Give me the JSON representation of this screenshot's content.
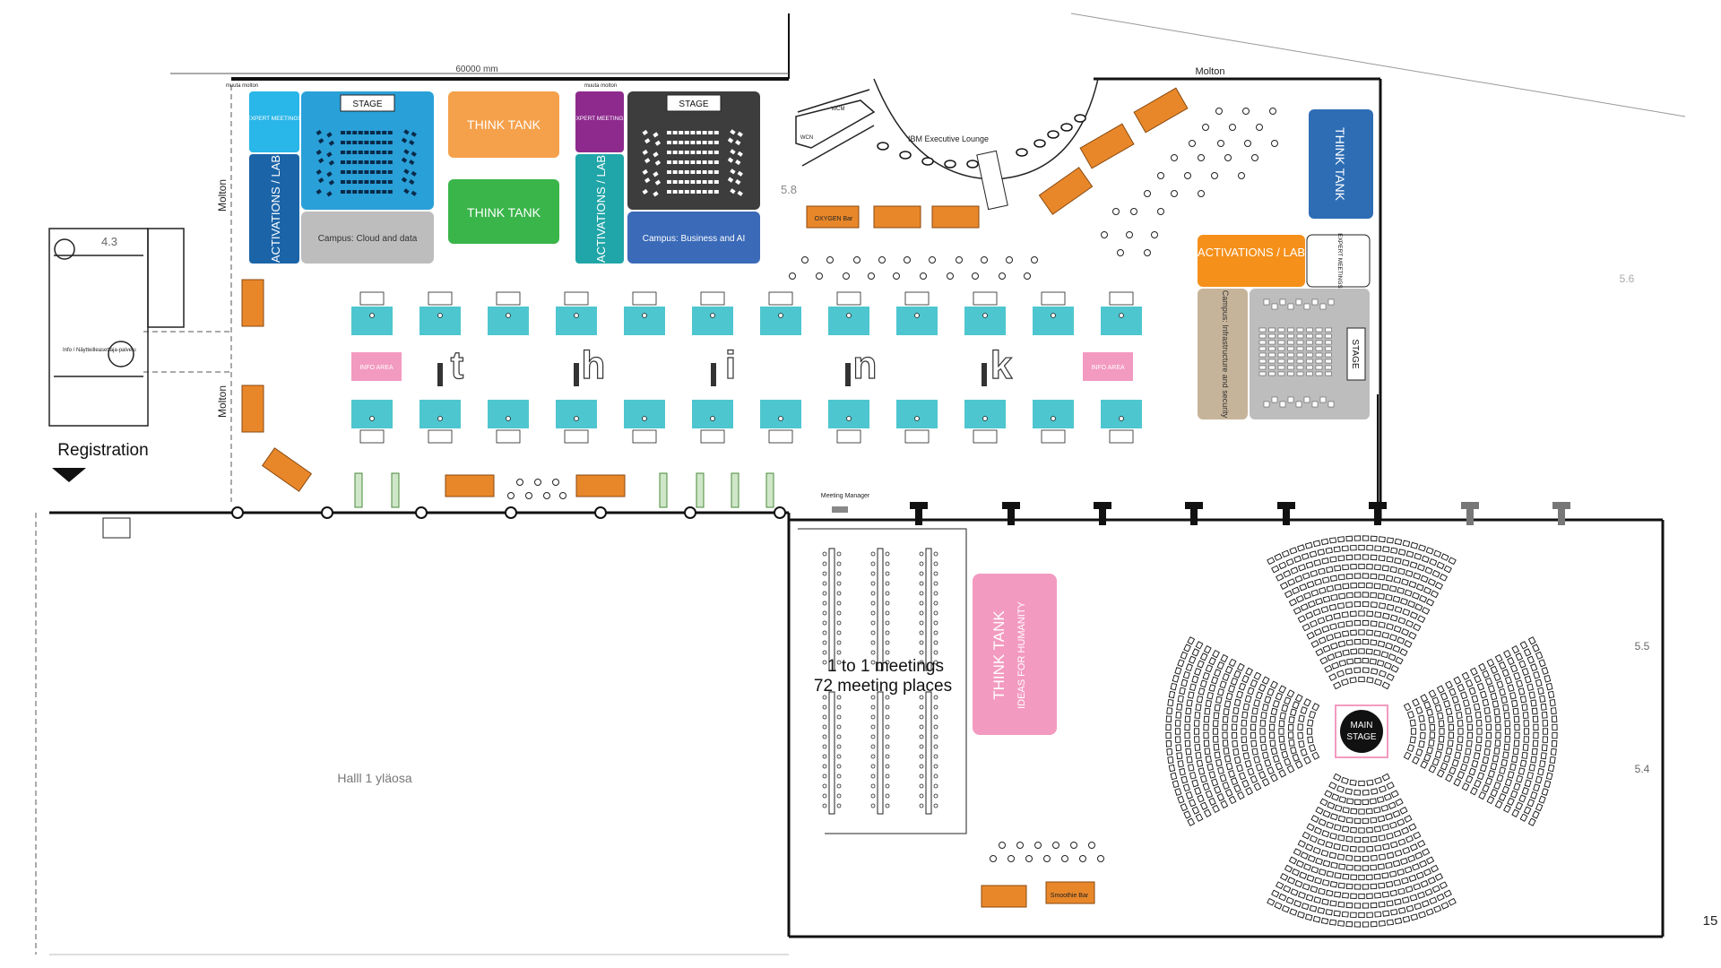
{
  "dimension_label": "60000 mm",
  "wall_labels": {
    "molton_top": "Molton",
    "molton_left_1": "Molton",
    "molton_left_2": "Molton",
    "muuta_1": "muuta molton",
    "muuta_2": "muuta molton"
  },
  "zones": {
    "expert_meetings": "EXPERT MEETINGS",
    "activations_lab": "ACTIVATIONS / LAB",
    "stage": "STAGE",
    "campus_cloud": "Campus: Cloud and data",
    "campus_business": "Campus: Business and AI",
    "campus_infra": "Campus: Infrastructure and security",
    "think_tank": "THINK TANK",
    "think_tank_main": "THINK TANK",
    "think_tank_sub": "IDEAS FOR HUMANITY",
    "info_area": "INFO AREA",
    "oxygen_bar": "OXYGEN Bar",
    "smoothie_bar": "Smoothie Bar",
    "ibm_lounge": "IBM Executive Lounge",
    "main_stage": "MAIN STAGE",
    "meeting_manager": "Meeting Manager",
    "one_to_one_line1": "1 to 1 meetings",
    "one_to_one_line2": "72 meeting places",
    "registration": "Registration",
    "halli": "Halll 1 yläosa",
    "think_letters": [
      "t",
      "h",
      "i",
      "n",
      "k"
    ],
    "room_43": "4.3",
    "room_58": "5.8",
    "room_56": "5.6",
    "room_55": "5.5",
    "room_54": "5.4",
    "wcm": "WCM",
    "wcn": "WCN",
    "info_small": "Info / Näytteilleasettaja-palvelu"
  },
  "page_number": "15",
  "colors": {
    "cyan": "#29b6e8",
    "blue_dark": "#1b64a8",
    "stage_blue": "#2aa0d8",
    "orange": "#f5a04a",
    "green": "#3ab54a",
    "purple": "#8e2a8e",
    "teal": "#20a5a8",
    "dark_grey": "#3d3d3d",
    "royal_blue": "#3a6ab8",
    "light_grey": "#bdbdbd",
    "tan": "#c6b49a",
    "pink": "#f39ac0",
    "booth": "#4ec6cf",
    "furniture": "#e8872a",
    "think_tank_right": "#2e6db4"
  }
}
